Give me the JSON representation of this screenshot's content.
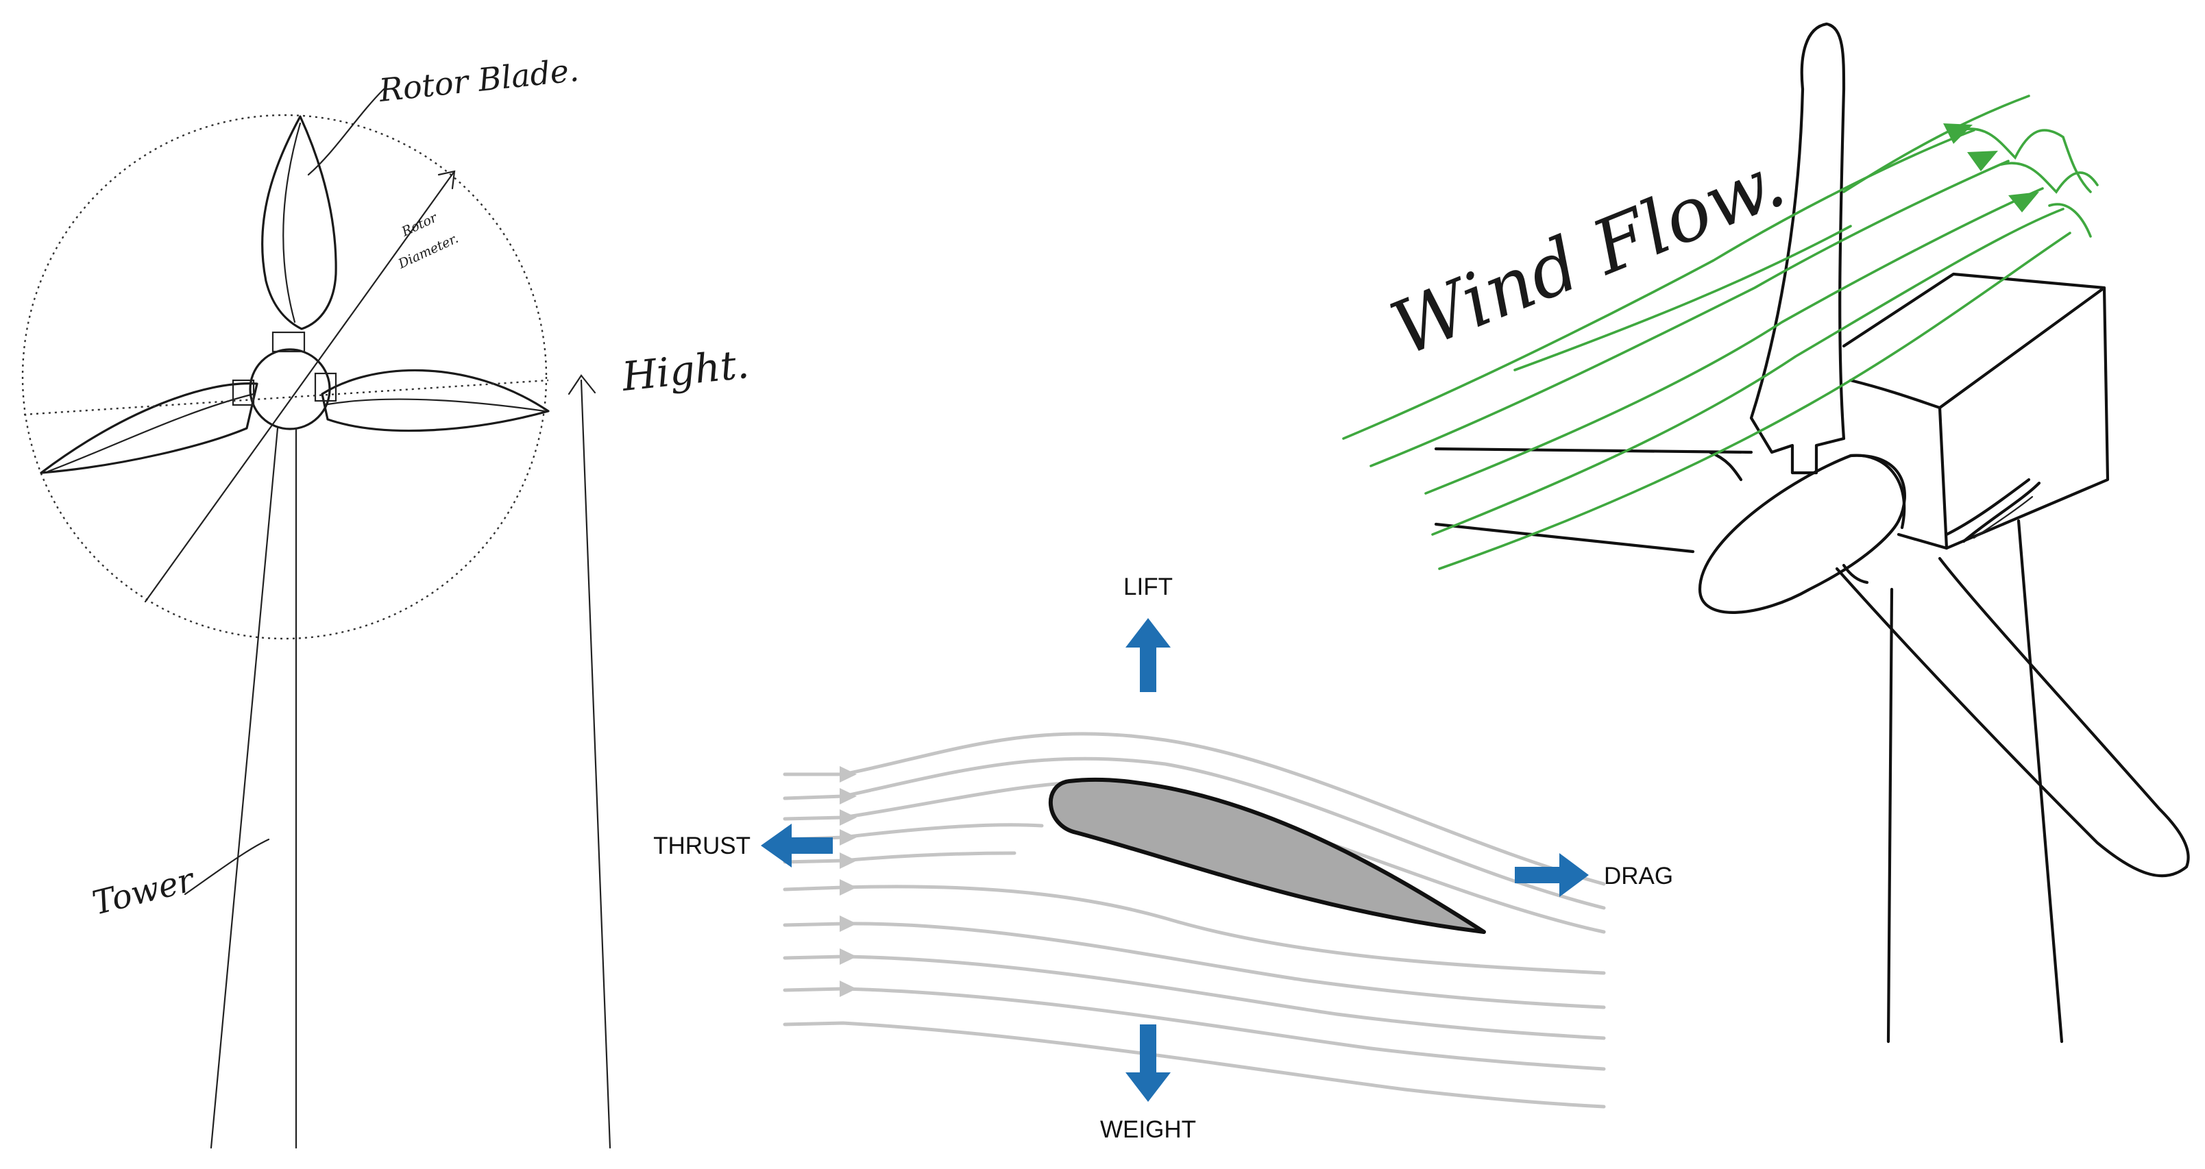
{
  "sketch_labels": {
    "rotor_blade": "Rotor Blade.",
    "rotor_diameter_line1": "Rotor",
    "rotor_diameter_line2": "Diameter.",
    "height": "Hight.",
    "tower": "Tower"
  },
  "airfoil_labels": {
    "lift": "LIFT",
    "thrust": "THRUST",
    "drag": "DRAG",
    "weight": "WEIGHT"
  },
  "wind_label": "Wind Flow.",
  "colors": {
    "force_arrow": "#1f6fb2",
    "airfoil_fill": "#a9a9a9",
    "streamline": "#c4c4c4",
    "wind_flow": "#3fa83f"
  }
}
